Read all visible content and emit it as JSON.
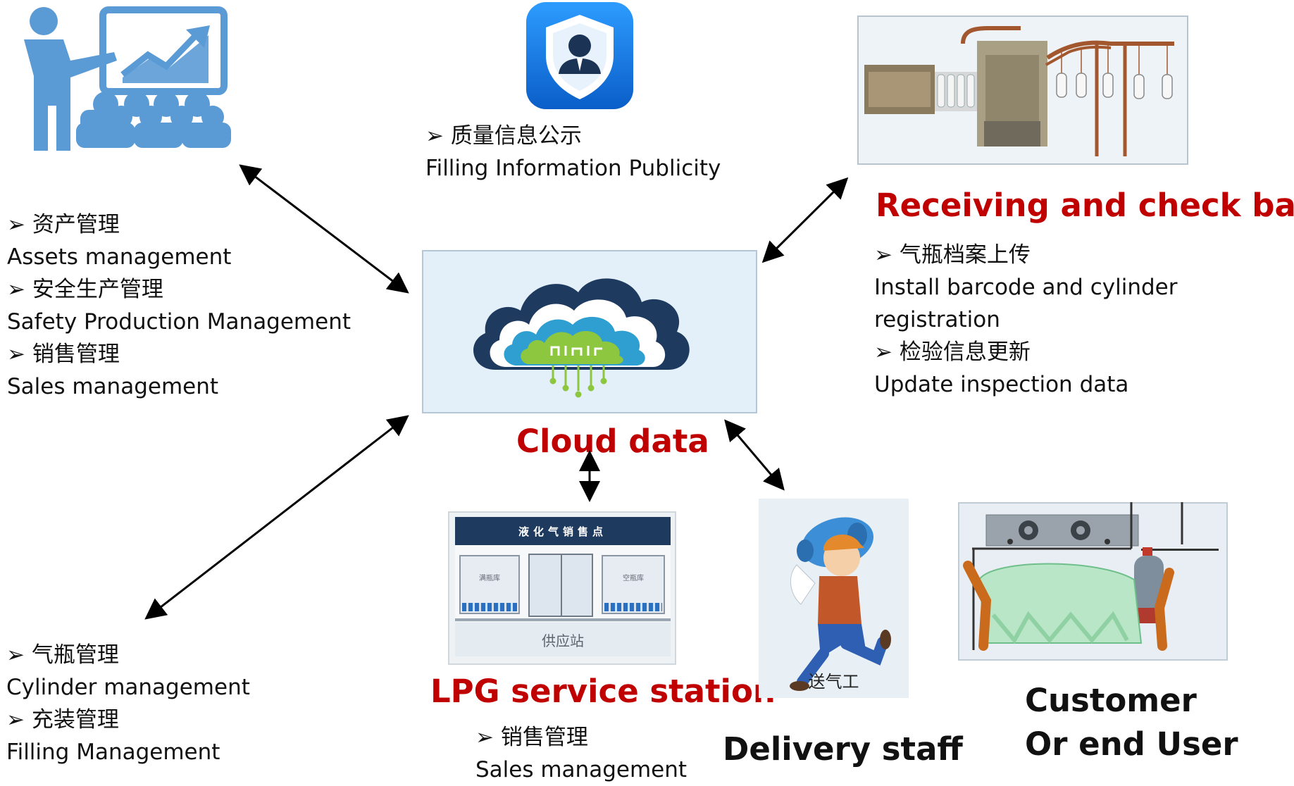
{
  "center": {
    "label": "Cloud data"
  },
  "quality": {
    "cn": "质量信息公示",
    "en": "Filling Information Publicity"
  },
  "management": {
    "lines": [
      {
        "cn": "资产管理",
        "en": "Assets management"
      },
      {
        "cn": "安全生产管理",
        "en": "Safety Production Management"
      },
      {
        "cn": "销售管理",
        "en": "Sales management"
      }
    ]
  },
  "receiving": {
    "title": "Receiving and check bay",
    "lines": [
      {
        "cn": "气瓶档案上传",
        "en_1": "Install barcode and cylinder",
        "en_2": "registration"
      },
      {
        "cn": "检验信息更新",
        "en": "Update inspection data"
      }
    ]
  },
  "filling": {
    "lines": [
      {
        "cn": "气瓶管理",
        "en": "Cylinder management"
      },
      {
        "cn": "充装管理",
        "en": "Filling Management"
      }
    ]
  },
  "station": {
    "title": "LPG service station",
    "sign": "液化气销售点",
    "left_window": "满瓶库",
    "right_window": "空瓶库",
    "base_label": "供应站",
    "sale_cn": "销售管理",
    "sale_en": "Sales management"
  },
  "delivery": {
    "title": "Delivery staff",
    "tag": "送气工"
  },
  "customer": {
    "line1": "Customer",
    "line2": "Or end User"
  },
  "bullet": "➢",
  "colors": {
    "red_title": "#c00000",
    "icon_blue": "#5b9bd5",
    "app_blue": "#1a7ee0"
  }
}
